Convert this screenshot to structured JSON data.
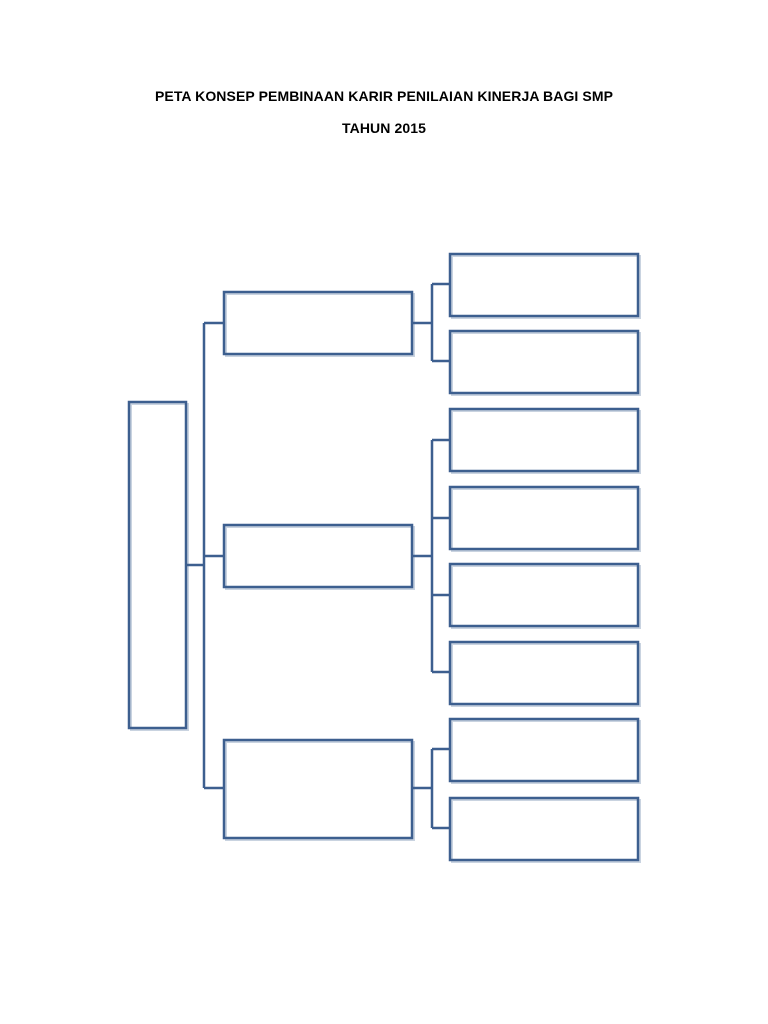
{
  "title": {
    "line1": "PETA KONSEP PEMBINAAN KARIR PENILAIAN KINERJA BAGI SMP",
    "line2": "TAHUN 2015"
  },
  "diagram": {
    "type": "tree-concept-map",
    "root_label": "",
    "branches": [
      {
        "label": "",
        "children": [
          "",
          ""
        ]
      },
      {
        "label": "",
        "children": [
          "",
          "",
          "",
          ""
        ]
      },
      {
        "label": "",
        "children": [
          "",
          ""
        ]
      }
    ],
    "colors": {
      "stroke": "#3d5f8f"
    }
  }
}
